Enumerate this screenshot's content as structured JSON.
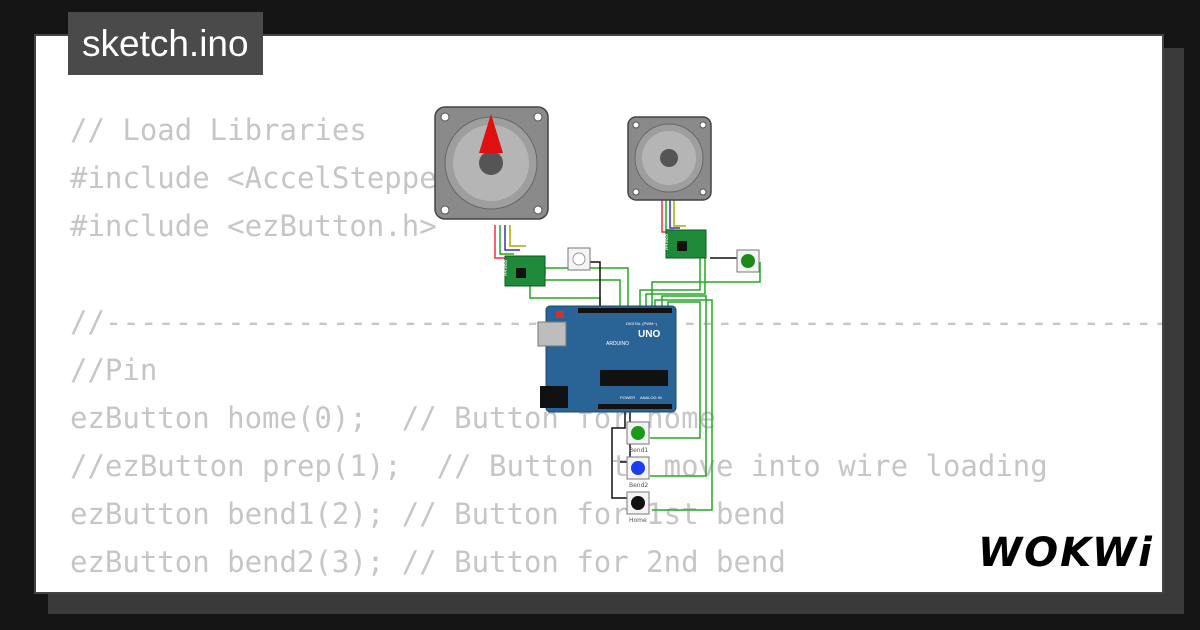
{
  "title": "sketch.ino",
  "code_lines": [
    "// Load Libraries",
    "#include <AccelStepper.h>",
    "#include <ezButton.h>",
    "",
    "//--------------------------------------------------------------------------",
    "//Pin",
    "ezButton home(0);  // Button for home",
    "//ezButton prep(1);  // Button to move into wire loading",
    "ezButton bend1(2); // Button for 1st bend",
    "ezButton bend2(3); // Button for 2nd bend"
  ],
  "board": {
    "name": "UNO",
    "brand": "ARDUINO",
    "digital_label": "DIGITAL (PWM~)",
    "analog_label": "ANALOG IN",
    "power_label": "POWER",
    "color": "#2a6496"
  },
  "drivers": [
    {
      "label": "A4988"
    },
    {
      "label": "A4988"
    }
  ],
  "buttons": [
    {
      "label": "Bend1",
      "color": "#1a9a1a"
    },
    {
      "label": "Bend2",
      "color": "#1e3cf0"
    },
    {
      "label": "Home",
      "color": "#111111"
    }
  ],
  "logo": "WOKWi"
}
